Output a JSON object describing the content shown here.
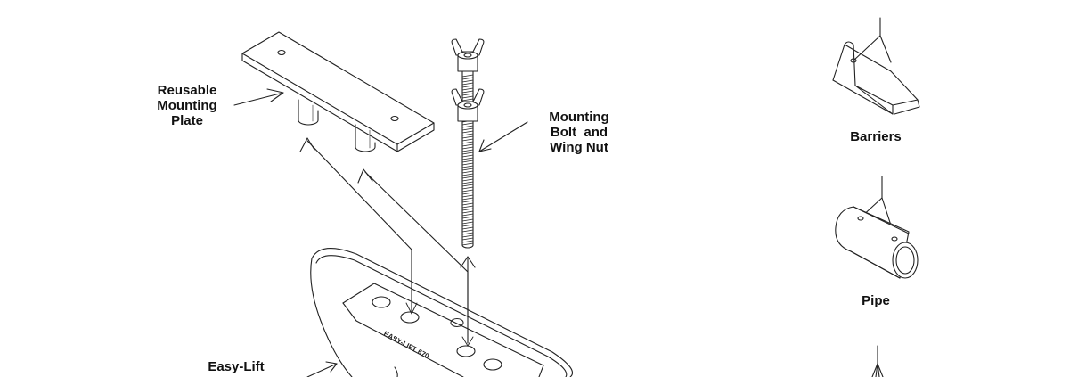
{
  "labels": {
    "plate": [
      "Reusable",
      "Mounting",
      "Plate"
    ],
    "bolt": [
      "Mounting",
      "Bolt  and",
      "Wing Nut"
    ],
    "easylift": "Easy-Lift",
    "barriers": "Barriers",
    "pipe": "Pipe"
  },
  "base_imprint": "EASY-LIFT 670"
}
